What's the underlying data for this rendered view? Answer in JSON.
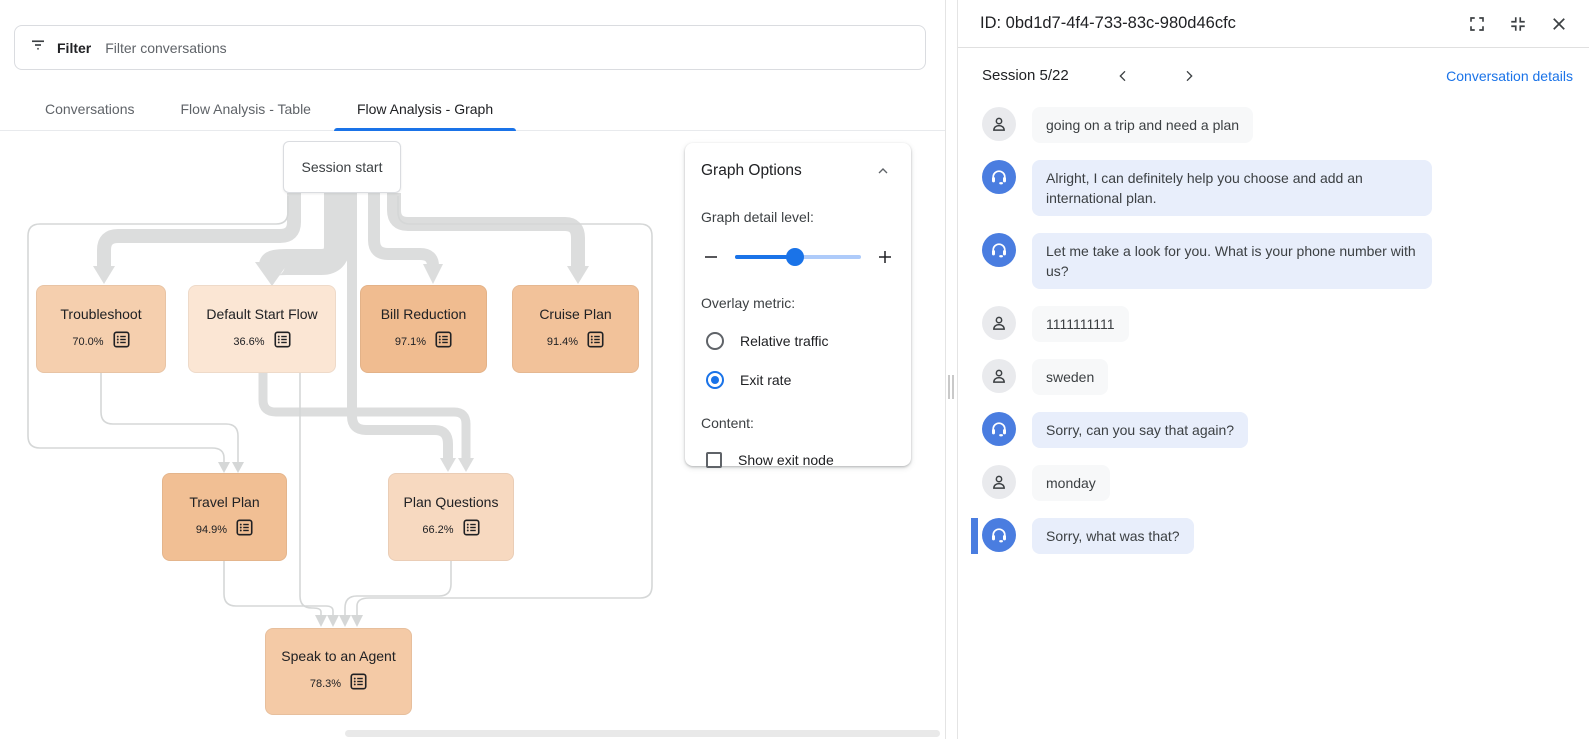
{
  "filter_bar": {
    "label": "Filter",
    "placeholder": "Filter conversations"
  },
  "tabs": [
    {
      "label": "Conversations",
      "active": false
    },
    {
      "label": "Flow Analysis - Table",
      "active": false
    },
    {
      "label": "Flow Analysis - Graph",
      "active": true
    }
  ],
  "graph": {
    "start_node_label": "Session start",
    "nodes": [
      {
        "id": "troubleshoot",
        "label": "Troubleshoot",
        "exit_rate": "70.0%",
        "color": "#f5cfae"
      },
      {
        "id": "default-start-flow",
        "label": "Default Start Flow",
        "exit_rate": "36.6%",
        "color": "#fbe6d4"
      },
      {
        "id": "bill-reduction",
        "label": "Bill Reduction",
        "exit_rate": "97.1%",
        "color": "#f0bc90"
      },
      {
        "id": "cruise-plan",
        "label": "Cruise Plan",
        "exit_rate": "91.4%",
        "color": "#f2c29a"
      },
      {
        "id": "travel-plan",
        "label": "Travel Plan",
        "exit_rate": "94.9%",
        "color": "#f1bf94"
      },
      {
        "id": "plan-questions",
        "label": "Plan Questions",
        "exit_rate": "66.2%",
        "color": "#f7d9c0"
      },
      {
        "id": "speak-to-an-agent",
        "label": "Speak to an Agent",
        "exit_rate": "78.3%",
        "color": "#f4caa6"
      }
    ]
  },
  "graph_options": {
    "title": "Graph Options",
    "detail_label": "Graph detail level:",
    "slider_fill": "48%",
    "overlay_label": "Overlay metric:",
    "overlay_options": [
      {
        "label": "Relative traffic",
        "selected": false
      },
      {
        "label": "Exit rate",
        "selected": true
      }
    ],
    "content_label": "Content:",
    "content_options": [
      {
        "label": "Show exit node",
        "checked": false
      }
    ]
  },
  "detail_panel": {
    "id_title": "ID: 0bd1d7-4f4-733-83c-980d46cfc",
    "session_label": "Session 5/22",
    "details_link": "Conversation details",
    "messages": [
      {
        "sender": "user",
        "text": "going on a trip and need a plan",
        "highlighted": false
      },
      {
        "sender": "agent",
        "text": "Alright, I can definitely help you choose and add an international plan.",
        "highlighted": false
      },
      {
        "sender": "agent",
        "text": "Let me take a look for you. What is your phone number with us?",
        "highlighted": false
      },
      {
        "sender": "user",
        "text": "1111111111",
        "highlighted": false
      },
      {
        "sender": "user",
        "text": "sweden",
        "highlighted": false
      },
      {
        "sender": "agent",
        "text": "Sorry, can you say that again?",
        "highlighted": false
      },
      {
        "sender": "user",
        "text": "monday",
        "highlighted": false
      },
      {
        "sender": "agent",
        "text": "Sorry, what was that?",
        "highlighted": true
      }
    ]
  },
  "colors": {
    "accent": "#1a73e8",
    "agent_avatar": "#4a7de0",
    "agent_bubble": "#e8eefb",
    "user_bubble": "#f7f8f9"
  }
}
